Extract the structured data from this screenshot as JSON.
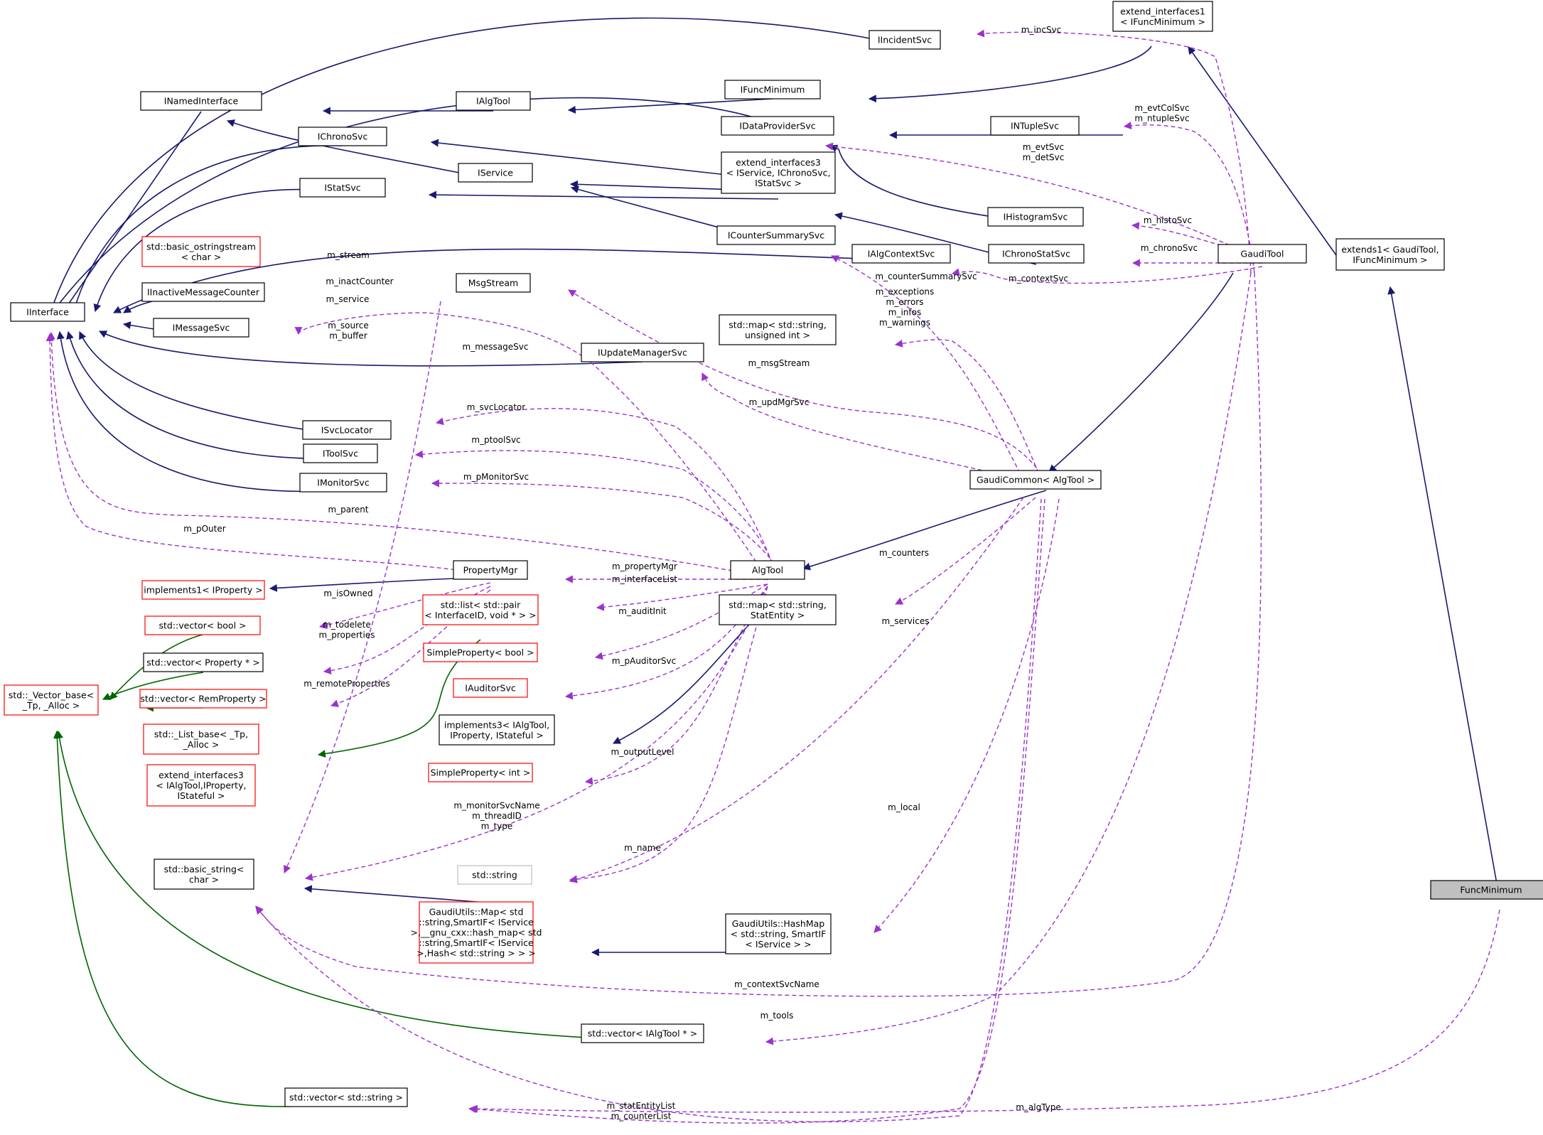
{
  "colors": {
    "inherit_public": "#191970",
    "inherit_template": "#006400",
    "usage": "#9a32cd",
    "node_black": "#000000",
    "node_red": "#ff0000",
    "node_gray": "#bfbfbf",
    "highlight_fill": "#bfbfbf"
  },
  "nodes": [
    {
      "id": "FuncMinimum",
      "lines": [
        "FuncMinimum"
      ],
      "border": "black",
      "highlight": true
    },
    {
      "id": "extends1",
      "lines": [
        "extends1< GaudiTool,",
        "IFuncMinimum >"
      ],
      "border": "black"
    },
    {
      "id": "GaudiTool",
      "lines": [
        "GaudiTool"
      ],
      "border": "black"
    },
    {
      "id": "extendIface1",
      "lines": [
        "extend_interfaces1",
        "< IFuncMinimum >"
      ],
      "border": "black"
    },
    {
      "id": "IIncidentSvc",
      "lines": [
        "IIncidentSvc"
      ],
      "border": "black"
    },
    {
      "id": "IFuncMinimum",
      "lines": [
        "IFuncMinimum"
      ],
      "border": "black"
    },
    {
      "id": "IAlgTool",
      "lines": [
        "IAlgTool"
      ],
      "border": "black"
    },
    {
      "id": "INamedInterface",
      "lines": [
        "INamedInterface"
      ],
      "border": "black"
    },
    {
      "id": "IDataProviderSvc",
      "lines": [
        "IDataProviderSvc"
      ],
      "border": "black"
    },
    {
      "id": "INTupleSvc",
      "lines": [
        "INTupleSvc"
      ],
      "border": "black"
    },
    {
      "id": "IChronoSvc",
      "lines": [
        "IChronoSvc"
      ],
      "border": "black"
    },
    {
      "id": "extendIface3",
      "lines": [
        "extend_interfaces3",
        "< IService, IChronoSvc,",
        "IStatSvc >"
      ],
      "border": "black"
    },
    {
      "id": "IService",
      "lines": [
        "IService"
      ],
      "border": "black"
    },
    {
      "id": "IStatSvc",
      "lines": [
        "IStatSvc"
      ],
      "border": "black"
    },
    {
      "id": "IHistogramSvc",
      "lines": [
        "IHistogramSvc"
      ],
      "border": "black"
    },
    {
      "id": "ICounterSummarySvc",
      "lines": [
        "ICounterSummarySvc"
      ],
      "border": "black"
    },
    {
      "id": "IChronoStatSvc",
      "lines": [
        "IChronoStatSvc"
      ],
      "border": "black"
    },
    {
      "id": "IAlgContextSvc",
      "lines": [
        "IAlgContextSvc"
      ],
      "border": "black"
    },
    {
      "id": "ostringstream",
      "lines": [
        "std::basic_ostringstream",
        "< char >"
      ],
      "border": "red"
    },
    {
      "id": "MsgStream",
      "lines": [
        "MsgStream"
      ],
      "border": "black"
    },
    {
      "id": "IInactiveMessageCounter",
      "lines": [
        "IInactiveMessageCounter"
      ],
      "border": "black"
    },
    {
      "id": "IInterface",
      "lines": [
        "IInterface"
      ],
      "border": "black"
    },
    {
      "id": "IMessageSvc",
      "lines": [
        "IMessageSvc"
      ],
      "border": "black"
    },
    {
      "id": "mapUint",
      "lines": [
        "std::map< std::string,",
        "unsigned int >"
      ],
      "border": "black"
    },
    {
      "id": "IUpdateManagerSvc",
      "lines": [
        "IUpdateManagerSvc"
      ],
      "border": "black"
    },
    {
      "id": "ISvcLocator",
      "lines": [
        "ISvcLocator"
      ],
      "border": "black"
    },
    {
      "id": "IToolSvc",
      "lines": [
        "IToolSvc"
      ],
      "border": "black"
    },
    {
      "id": "IMonitorSvc",
      "lines": [
        "IMonitorSvc"
      ],
      "border": "black"
    },
    {
      "id": "GaudiCommon",
      "lines": [
        "GaudiCommon< AlgTool >"
      ],
      "border": "black"
    },
    {
      "id": "PropertyMgr",
      "lines": [
        "PropertyMgr"
      ],
      "border": "black"
    },
    {
      "id": "AlgTool",
      "lines": [
        "AlgTool"
      ],
      "border": "black"
    },
    {
      "id": "implements1",
      "lines": [
        "implements1< IProperty >"
      ],
      "border": "red"
    },
    {
      "id": "vectorBool",
      "lines": [
        "std::vector< bool >"
      ],
      "border": "red"
    },
    {
      "id": "listPair",
      "lines": [
        "std::list< std::pair",
        "< InterfaceID, void * > >"
      ],
      "border": "red"
    },
    {
      "id": "mapStat",
      "lines": [
        "std::map< std::string,",
        "StatEntity >"
      ],
      "border": "black"
    },
    {
      "id": "vectorProperty",
      "lines": [
        "std::vector< Property * >"
      ],
      "border": "black"
    },
    {
      "id": "SimplePropertyBool",
      "lines": [
        "SimpleProperty< bool >"
      ],
      "border": "red"
    },
    {
      "id": "VectorBase",
      "lines": [
        "std::_Vector_base<",
        "_Tp, _Alloc >"
      ],
      "border": "red"
    },
    {
      "id": "vectorRem",
      "lines": [
        "std::vector< RemProperty >"
      ],
      "border": "red"
    },
    {
      "id": "IAuditorSvc",
      "lines": [
        "IAuditorSvc"
      ],
      "border": "red"
    },
    {
      "id": "ListBase",
      "lines": [
        "std::_List_base< _Tp,",
        "_Alloc >"
      ],
      "border": "red"
    },
    {
      "id": "implements3",
      "lines": [
        "implements3< IAlgTool,",
        "IProperty, IStateful >"
      ],
      "border": "black"
    },
    {
      "id": "extendIface3b",
      "lines": [
        "extend_interfaces3",
        "< IAlgTool,IProperty,",
        "IStateful >"
      ],
      "border": "red"
    },
    {
      "id": "SimplePropertyInt",
      "lines": [
        "SimpleProperty< int >"
      ],
      "border": "red"
    },
    {
      "id": "basicString",
      "lines": [
        "std::basic_string<",
        "char >"
      ],
      "border": "black"
    },
    {
      "id": "stdString",
      "lines": [
        "std::string"
      ],
      "border": "gray"
    },
    {
      "id": "GaudiMap",
      "lines": [
        "GaudiUtils::Map< std",
        "::string,SmartIF< IService",
        ">,__gnu_cxx::hash_map< std",
        "::string,SmartIF< IService",
        ">,Hash< std::string > > >"
      ],
      "border": "red"
    },
    {
      "id": "HashMap",
      "lines": [
        "GaudiUtils::HashMap",
        "< std::string, SmartIF",
        "< IService > >"
      ],
      "border": "black"
    },
    {
      "id": "vectorAlgTool",
      "lines": [
        "std::vector< IAlgTool * >"
      ],
      "border": "black"
    },
    {
      "id": "vectorString",
      "lines": [
        "std::vector< std::string >"
      ],
      "border": "black"
    }
  ],
  "edge_labels": [
    {
      "id": "lbl-incSvc",
      "lines": [
        "m_incSvc"
      ]
    },
    {
      "id": "lbl-evtColSvc",
      "lines": [
        "m_evtColSvc",
        "m_ntupleSvc"
      ]
    },
    {
      "id": "lbl-evtSvc",
      "lines": [
        "m_evtSvc",
        "m_detSvc"
      ]
    },
    {
      "id": "lbl-histoSvc",
      "lines": [
        "m_histoSvc"
      ]
    },
    {
      "id": "lbl-chronoSvc",
      "lines": [
        "m_chronoSvc"
      ]
    },
    {
      "id": "lbl-contextSvc",
      "lines": [
        "m_contextSvc"
      ]
    },
    {
      "id": "lbl-counterSummarySvc",
      "lines": [
        "m_counterSummarySvc"
      ]
    },
    {
      "id": "lbl-stream",
      "lines": [
        "m_stream"
      ]
    },
    {
      "id": "lbl-inactCounter",
      "lines": [
        "m_inactCounter"
      ]
    },
    {
      "id": "lbl-service",
      "lines": [
        "m_service"
      ]
    },
    {
      "id": "lbl-source",
      "lines": [
        "m_source",
        "m_buffer"
      ]
    },
    {
      "id": "lbl-exceptions",
      "lines": [
        "m_exceptions",
        "m_errors",
        "m_infos",
        "m_warnings"
      ]
    },
    {
      "id": "lbl-messageSvc",
      "lines": [
        "m_messageSvc"
      ]
    },
    {
      "id": "lbl-msgStream",
      "lines": [
        "m_msgStream"
      ]
    },
    {
      "id": "lbl-updMgrSvc",
      "lines": [
        "m_updMgrSvc"
      ]
    },
    {
      "id": "lbl-svcLocator",
      "lines": [
        "m_svcLocator"
      ]
    },
    {
      "id": "lbl-ptoolSvc",
      "lines": [
        "m_ptoolSvc"
      ]
    },
    {
      "id": "lbl-pMonitorSvc",
      "lines": [
        "m_pMonitorSvc"
      ]
    },
    {
      "id": "lbl-parent",
      "lines": [
        "m_parent"
      ]
    },
    {
      "id": "lbl-pOuter",
      "lines": [
        "m_pOuter"
      ]
    },
    {
      "id": "lbl-propertyMgr",
      "lines": [
        "m_propertyMgr"
      ]
    },
    {
      "id": "lbl-interfaceList",
      "lines": [
        "m_interfaceList"
      ]
    },
    {
      "id": "lbl-counters",
      "lines": [
        "m_counters"
      ]
    },
    {
      "id": "lbl-isOwned",
      "lines": [
        "m_isOwned"
      ]
    },
    {
      "id": "lbl-auditInit",
      "lines": [
        "m_auditInit"
      ]
    },
    {
      "id": "lbl-services",
      "lines": [
        "m_services"
      ]
    },
    {
      "id": "lbl-todelete",
      "lines": [
        "m_todelete",
        "m_properties"
      ]
    },
    {
      "id": "lbl-pAuditorSvc",
      "lines": [
        "m_pAuditorSvc"
      ]
    },
    {
      "id": "lbl-remoteProperties",
      "lines": [
        "m_remoteProperties"
      ]
    },
    {
      "id": "lbl-outputLevel",
      "lines": [
        "m_outputLevel"
      ]
    },
    {
      "id": "lbl-local",
      "lines": [
        "m_local"
      ]
    },
    {
      "id": "lbl-monitorSvcName",
      "lines": [
        "m_monitorSvcName",
        "m_threadID",
        "m_type"
      ]
    },
    {
      "id": "lbl-name",
      "lines": [
        "m_name"
      ]
    },
    {
      "id": "lbl-contextSvcName",
      "lines": [
        "m_contextSvcName"
      ]
    },
    {
      "id": "lbl-tools",
      "lines": [
        "m_tools"
      ]
    },
    {
      "id": "lbl-statEntityList",
      "lines": [
        "m_statEntityList",
        "m_counterList"
      ]
    },
    {
      "id": "lbl-algType",
      "lines": [
        "m_algType"
      ]
    }
  ]
}
